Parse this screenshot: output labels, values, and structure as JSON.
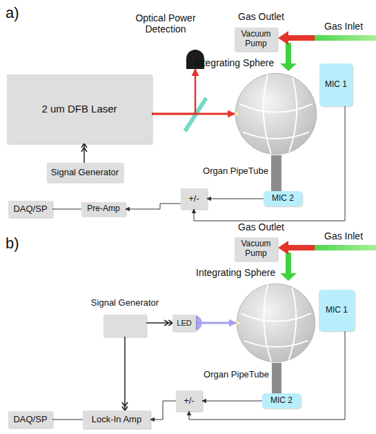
{
  "diagram": {
    "nodes": [
      {
        "text": [
          "Optical Power Detection"
        ]
      },
      {
        "text": [
          "Vacuum Pump"
        ]
      },
      {
        "text": [
          "Integrating Sphere"
        ]
      },
      {
        "text": [
          "2 um DFB Laser"
        ]
      },
      {
        "text": [
          "MIC 1"
        ]
      },
      {
        "text": [
          "Signal Generator"
        ]
      },
      {
        "text": [
          "Organ PipeTube"
        ]
      },
      {
        "text": [
          "MIC 2"
        ]
      },
      {
        "text": [
          "DAQ/SP"
        ]
      },
      {
        "text": [
          "Pre-Amp"
        ]
      },
      {
        "text": [
          "+/-"
        ]
      },
      {
        "text": [
          "Vacuum Pump"
        ]
      },
      {
        "text": [
          "Integrating Sphere"
        ]
      },
      {
        "text": [
          "MIC 1"
        ]
      },
      {
        "text": [
          "Signal Generator"
        ]
      },
      {
        "text": [
          "LED"
        ]
      },
      {
        "text": [
          "Organ PipeTube"
        ]
      },
      {
        "text": [
          "MIC 2"
        ]
      },
      {
        "text": [
          "DAQ/SP"
        ]
      },
      {
        "text": [
          "Lock-In Amp"
        ]
      },
      {
        "text": [
          "+/-"
        ]
      }
    ],
    "edges": [
      {
        "from": 5,
        "to": 3,
        "arrow": "to"
      },
      {
        "from": 3,
        "to": 2,
        "arrow": "to"
      },
      {
        "from": 3,
        "to": 0,
        "arrow": "to"
      },
      {
        "from": 4,
        "to": 10,
        "arrow": "to"
      },
      {
        "from": 7,
        "to": 10,
        "arrow": "to"
      },
      {
        "from": 10,
        "to": 9,
        "arrow": "to"
      },
      {
        "from": 9,
        "to": 8,
        "arrow": "none"
      },
      {
        "from": 14,
        "to": 15,
        "arrow": "to"
      },
      {
        "from": 15,
        "to": 12,
        "arrow": "to"
      },
      {
        "from": 14,
        "to": 19,
        "arrow": "to"
      },
      {
        "from": 13,
        "to": 20,
        "arrow": "to"
      },
      {
        "from": 17,
        "to": 20,
        "arrow": "to"
      },
      {
        "from": 20,
        "to": 19,
        "arrow": "to"
      },
      {
        "from": 19,
        "to": 18,
        "arrow": "none"
      }
    ],
    "labels": [
      "a)",
      "Gas Outlet",
      "Gas Inlet",
      "b)",
      "Gas Outlet",
      "Gas Inlet"
    ]
  }
}
